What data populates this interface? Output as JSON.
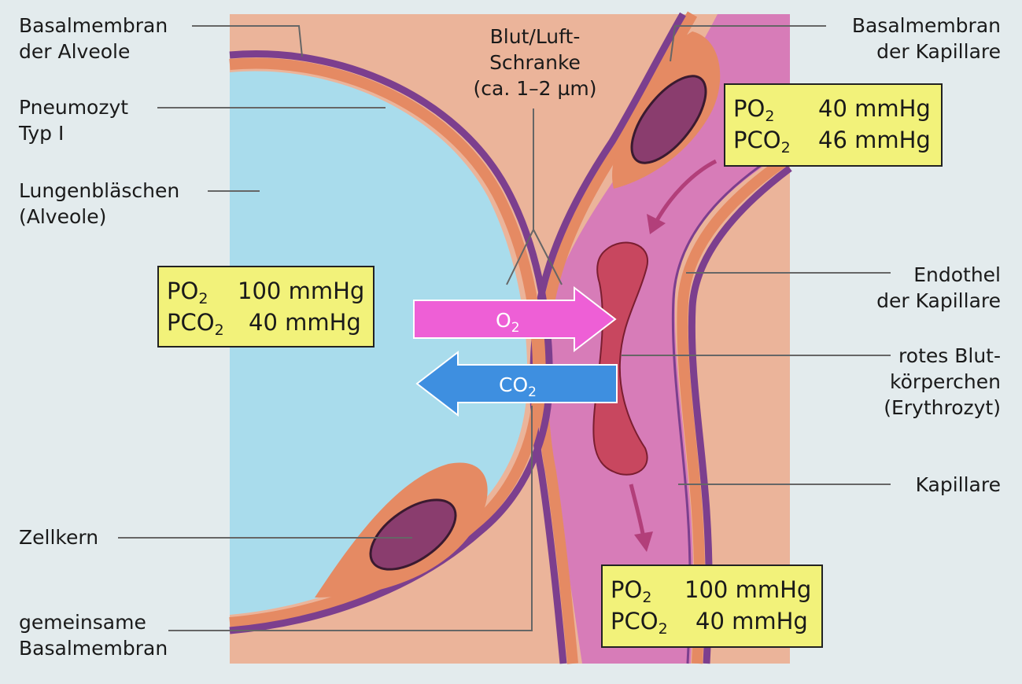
{
  "labels": {
    "basalmembran_alveole_1": "Basalmembran",
    "basalmembran_alveole_2": "der Alveole",
    "pneumozyt_1": "Pneumozyt",
    "pneumozyt_2": "Typ I",
    "lungenblaeschen_1": "Lungenbläschen",
    "lungenblaeschen_2": "(Alveole)",
    "zellkern": "Zellkern",
    "gemeinsame_1": "gemeinsame",
    "gemeinsame_2": "Basalmembran",
    "schranke_1": "Blut/Luft-",
    "schranke_2": "Schranke",
    "schranke_3": "(ca. 1–2 µm)",
    "basalmembran_kapillare_1": "Basalmembran",
    "basalmembran_kapillare_2": "der Kapillare",
    "endothel_1": "Endothel",
    "endothel_2": "der Kapillare",
    "erythrozyt_1": "rotes Blut-",
    "erythrozyt_2": "körperchen",
    "erythrozyt_3": "(Erythrozyt)",
    "kapillare": "Kapillare"
  },
  "boxes": {
    "alveole": {
      "po2_label": "PO",
      "po2_sub": "2",
      "po2_value": "100 mmHg",
      "pco2_label": "PCO",
      "pco2_sub": "2",
      "pco2_value": "40 mmHg"
    },
    "kapillare_top": {
      "po2_label": "PO",
      "po2_sub": "2",
      "po2_value": "40 mmHg",
      "pco2_label": "PCO",
      "pco2_sub": "2",
      "pco2_value": "46 mmHg"
    },
    "kapillare_bottom": {
      "po2_label": "PO",
      "po2_sub": "2",
      "po2_value": "100 mmHg",
      "pco2_label": "PCO",
      "pco2_sub": "2",
      "pco2_value": "40 mmHg"
    }
  },
  "arrows": {
    "o2": {
      "label": "O",
      "sub": "2"
    },
    "co2": {
      "label": "CO",
      "sub": "2"
    }
  },
  "colors": {
    "background": "#e3ebed",
    "tissue": "#ebb49a",
    "alveolus": "#a9dcec",
    "capillary": "#d77cb8",
    "membrane": "#7c3f8e",
    "cell_wall": "#e58a63",
    "nucleus": "#8a3d6e",
    "erythrocyte": "#c8475f",
    "o2_arrow": "#ee5fd6",
    "co2_arrow": "#3e8fe0",
    "info_box": "#f2f27a"
  }
}
